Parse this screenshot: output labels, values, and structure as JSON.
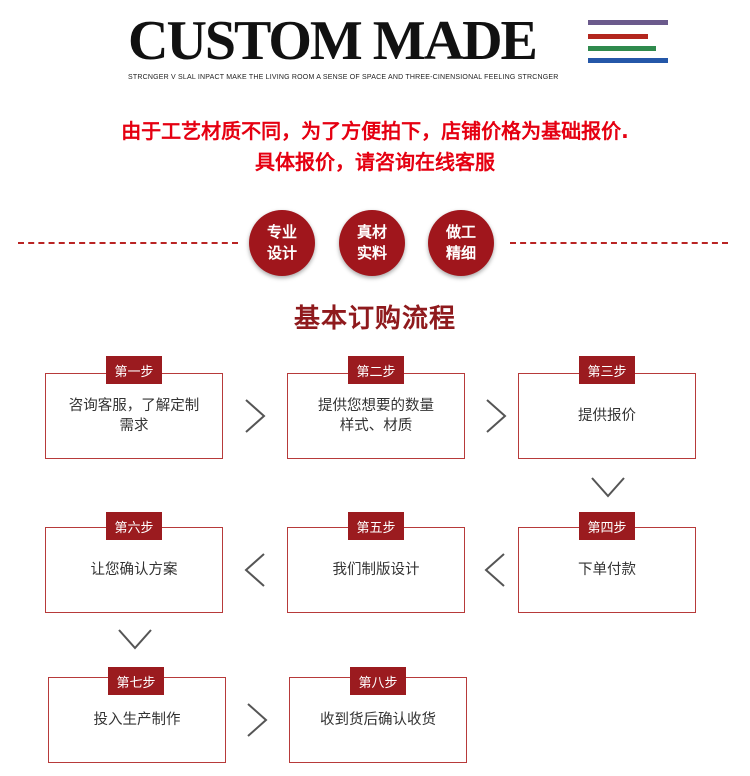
{
  "header": {
    "logo_text": "CUSTOM MADE",
    "tagline": "STRCNGER V SLAL INPACT MAKE THE LIVING ROOM A SENSE OF SPACE AND THREE-CINENSIONAL FEELING STRCNGER",
    "stripe_colors": [
      "#6b5a8c",
      "#b3261e",
      "#2f8a4d",
      "#2457a8"
    ]
  },
  "notice": {
    "line1": "由于工艺材质不同，为了方便拍下，店铺价格为基础报价.",
    "line2": "具体报价，请咨询在线客服"
  },
  "badges": [
    {
      "line1": "专业",
      "line2": "设计"
    },
    {
      "line1": "真材",
      "line2": "实料"
    },
    {
      "line1": "做工",
      "line2": "精细"
    }
  ],
  "process": {
    "title": "基本订购流程",
    "steps": [
      {
        "label": "第一步",
        "text": "咨询客服，了解定制\n需求"
      },
      {
        "label": "第二步",
        "text": "提供您想要的数量\n样式、材质"
      },
      {
        "label": "第三步",
        "text": "提供报价"
      },
      {
        "label": "第四步",
        "text": "下单付款"
      },
      {
        "label": "第五步",
        "text": "我们制版设计"
      },
      {
        "label": "第六步",
        "text": "让您确认方案"
      },
      {
        "label": "第七步",
        "text": "投入生产制作"
      },
      {
        "label": "第八步",
        "text": "收到货后确认收货"
      }
    ]
  },
  "colors": {
    "accent": "#9b1b1f",
    "notice_red": "#e50011",
    "border": "#b73a3a"
  }
}
